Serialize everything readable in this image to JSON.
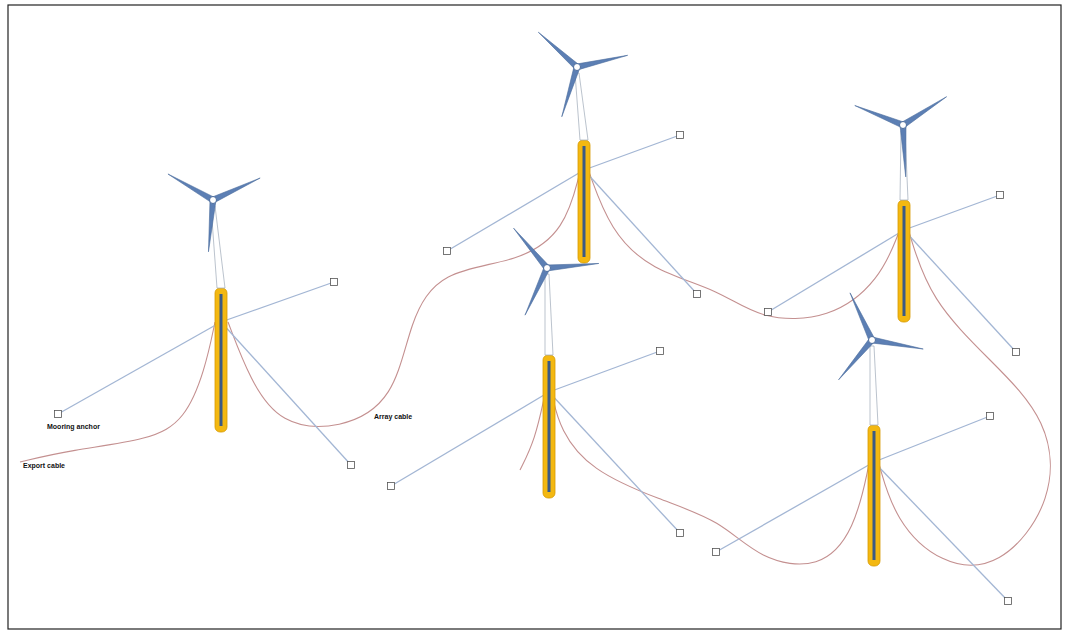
{
  "diagram": {
    "labels": [
      "Mooring anchor",
      "Export cable",
      "Array cable"
    ]
  }
}
